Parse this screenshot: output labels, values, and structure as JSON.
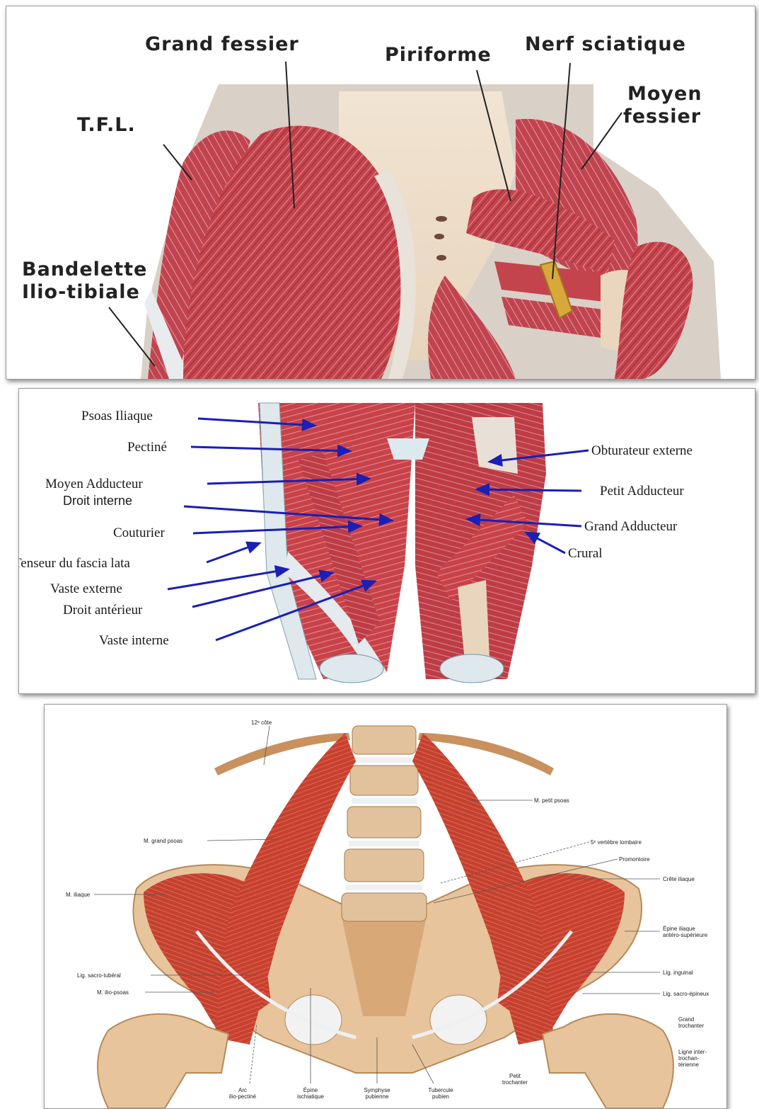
{
  "panel_gluteal": {
    "labels": {
      "grand_fessier": "Grand fessier",
      "piriforme": "Piriforme",
      "nerf_sciatique": "Nerf sciatique",
      "moyen_fessier_1": "Moyen",
      "moyen_fessier_2": "fessier",
      "tfl": "T.F.L.",
      "bandelette_1": "Bandelette",
      "bandelette_2": "Ilio-tibiale"
    }
  },
  "panel_thigh": {
    "labels": {
      "psoas_iliaque": "Psoas Iliaque",
      "pectine": "Pectiné",
      "moyen_adducteur": "Moyen Adducteur",
      "droit_interne": "Droit interne",
      "couturier": "Couturier",
      "tenseur": "Tenseur du fascia lata",
      "vaste_externe": "Vaste externe",
      "droit_anterieur": "Droit antérieur",
      "vaste_interne": "Vaste interne",
      "obturateur_externe": "Obturateur externe",
      "petit_adducteur": "Petit Adducteur",
      "grand_adducteur": "Grand Adducteur",
      "crural": "Crural"
    }
  },
  "panel_psoas": {
    "labels": {
      "cote_12": "12ᵉ côte",
      "petit_psoas": "M. petit psoas",
      "grand_psoas": "M. grand psoas",
      "vertebre_5": "5ᵉ vertèbre lombaire",
      "promontoire": "Promontoire",
      "crete_iliaque": "Crête iliaque",
      "iliaque": "M. iliaque",
      "epine_1": "Épine iliaque",
      "epine_2": "antéro-supérieure",
      "lig_sacro_tuberal": "Lig. sacro-tubéral",
      "lig_inguinal": "Lig. inguinal",
      "ilio_psoas": "M. ilio-psoas",
      "lig_sacro_epineux": "Lig. sacro-épineux",
      "grand_troch_1": "Grand",
      "grand_troch_2": "trochanter",
      "ligne_1": "Ligne inter-",
      "ligne_2": "trochan-",
      "ligne_3": "térienne",
      "petit_troch_1": "Petit",
      "petit_troch_2": "trochanter",
      "arc_1": "Arc",
      "arc_2": "ilio-pectiné",
      "epine_sc_1": "Épine",
      "epine_sc_2": "ischiatique",
      "symphyse_1": "Symphyse",
      "symphyse_2": "pubienne",
      "tubercule_1": "Tubercule",
      "tubercule_2": "pubien"
    }
  },
  "colors": {
    "muscle": "#c0404a",
    "muscle_dark": "#8e2630",
    "muscle_light": "#e08d8d",
    "tendon": "#e6e8ec",
    "bone": "#e9c9a4",
    "bone_dark": "#c99b6d",
    "nerve": "#d9a83a",
    "arrow_blue": "#1a1fb5"
  }
}
